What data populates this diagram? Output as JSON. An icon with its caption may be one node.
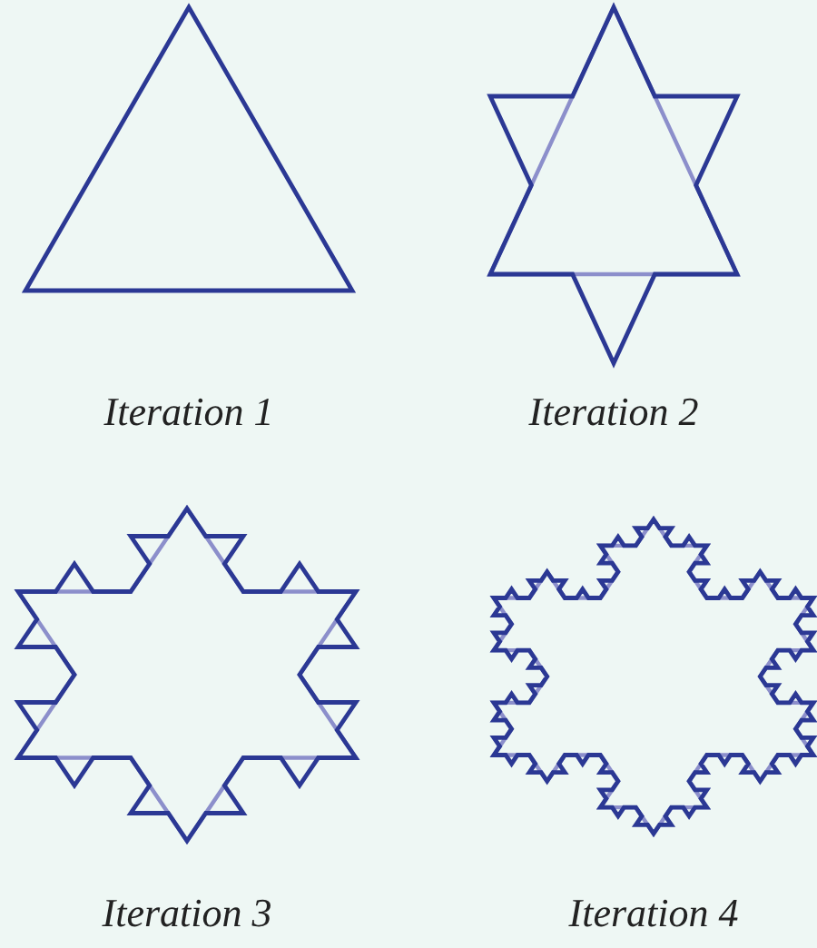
{
  "diagram": {
    "labels": [
      "Iteration 1",
      "Iteration 2",
      "Iteration 3",
      "Iteration 4"
    ]
  }
}
